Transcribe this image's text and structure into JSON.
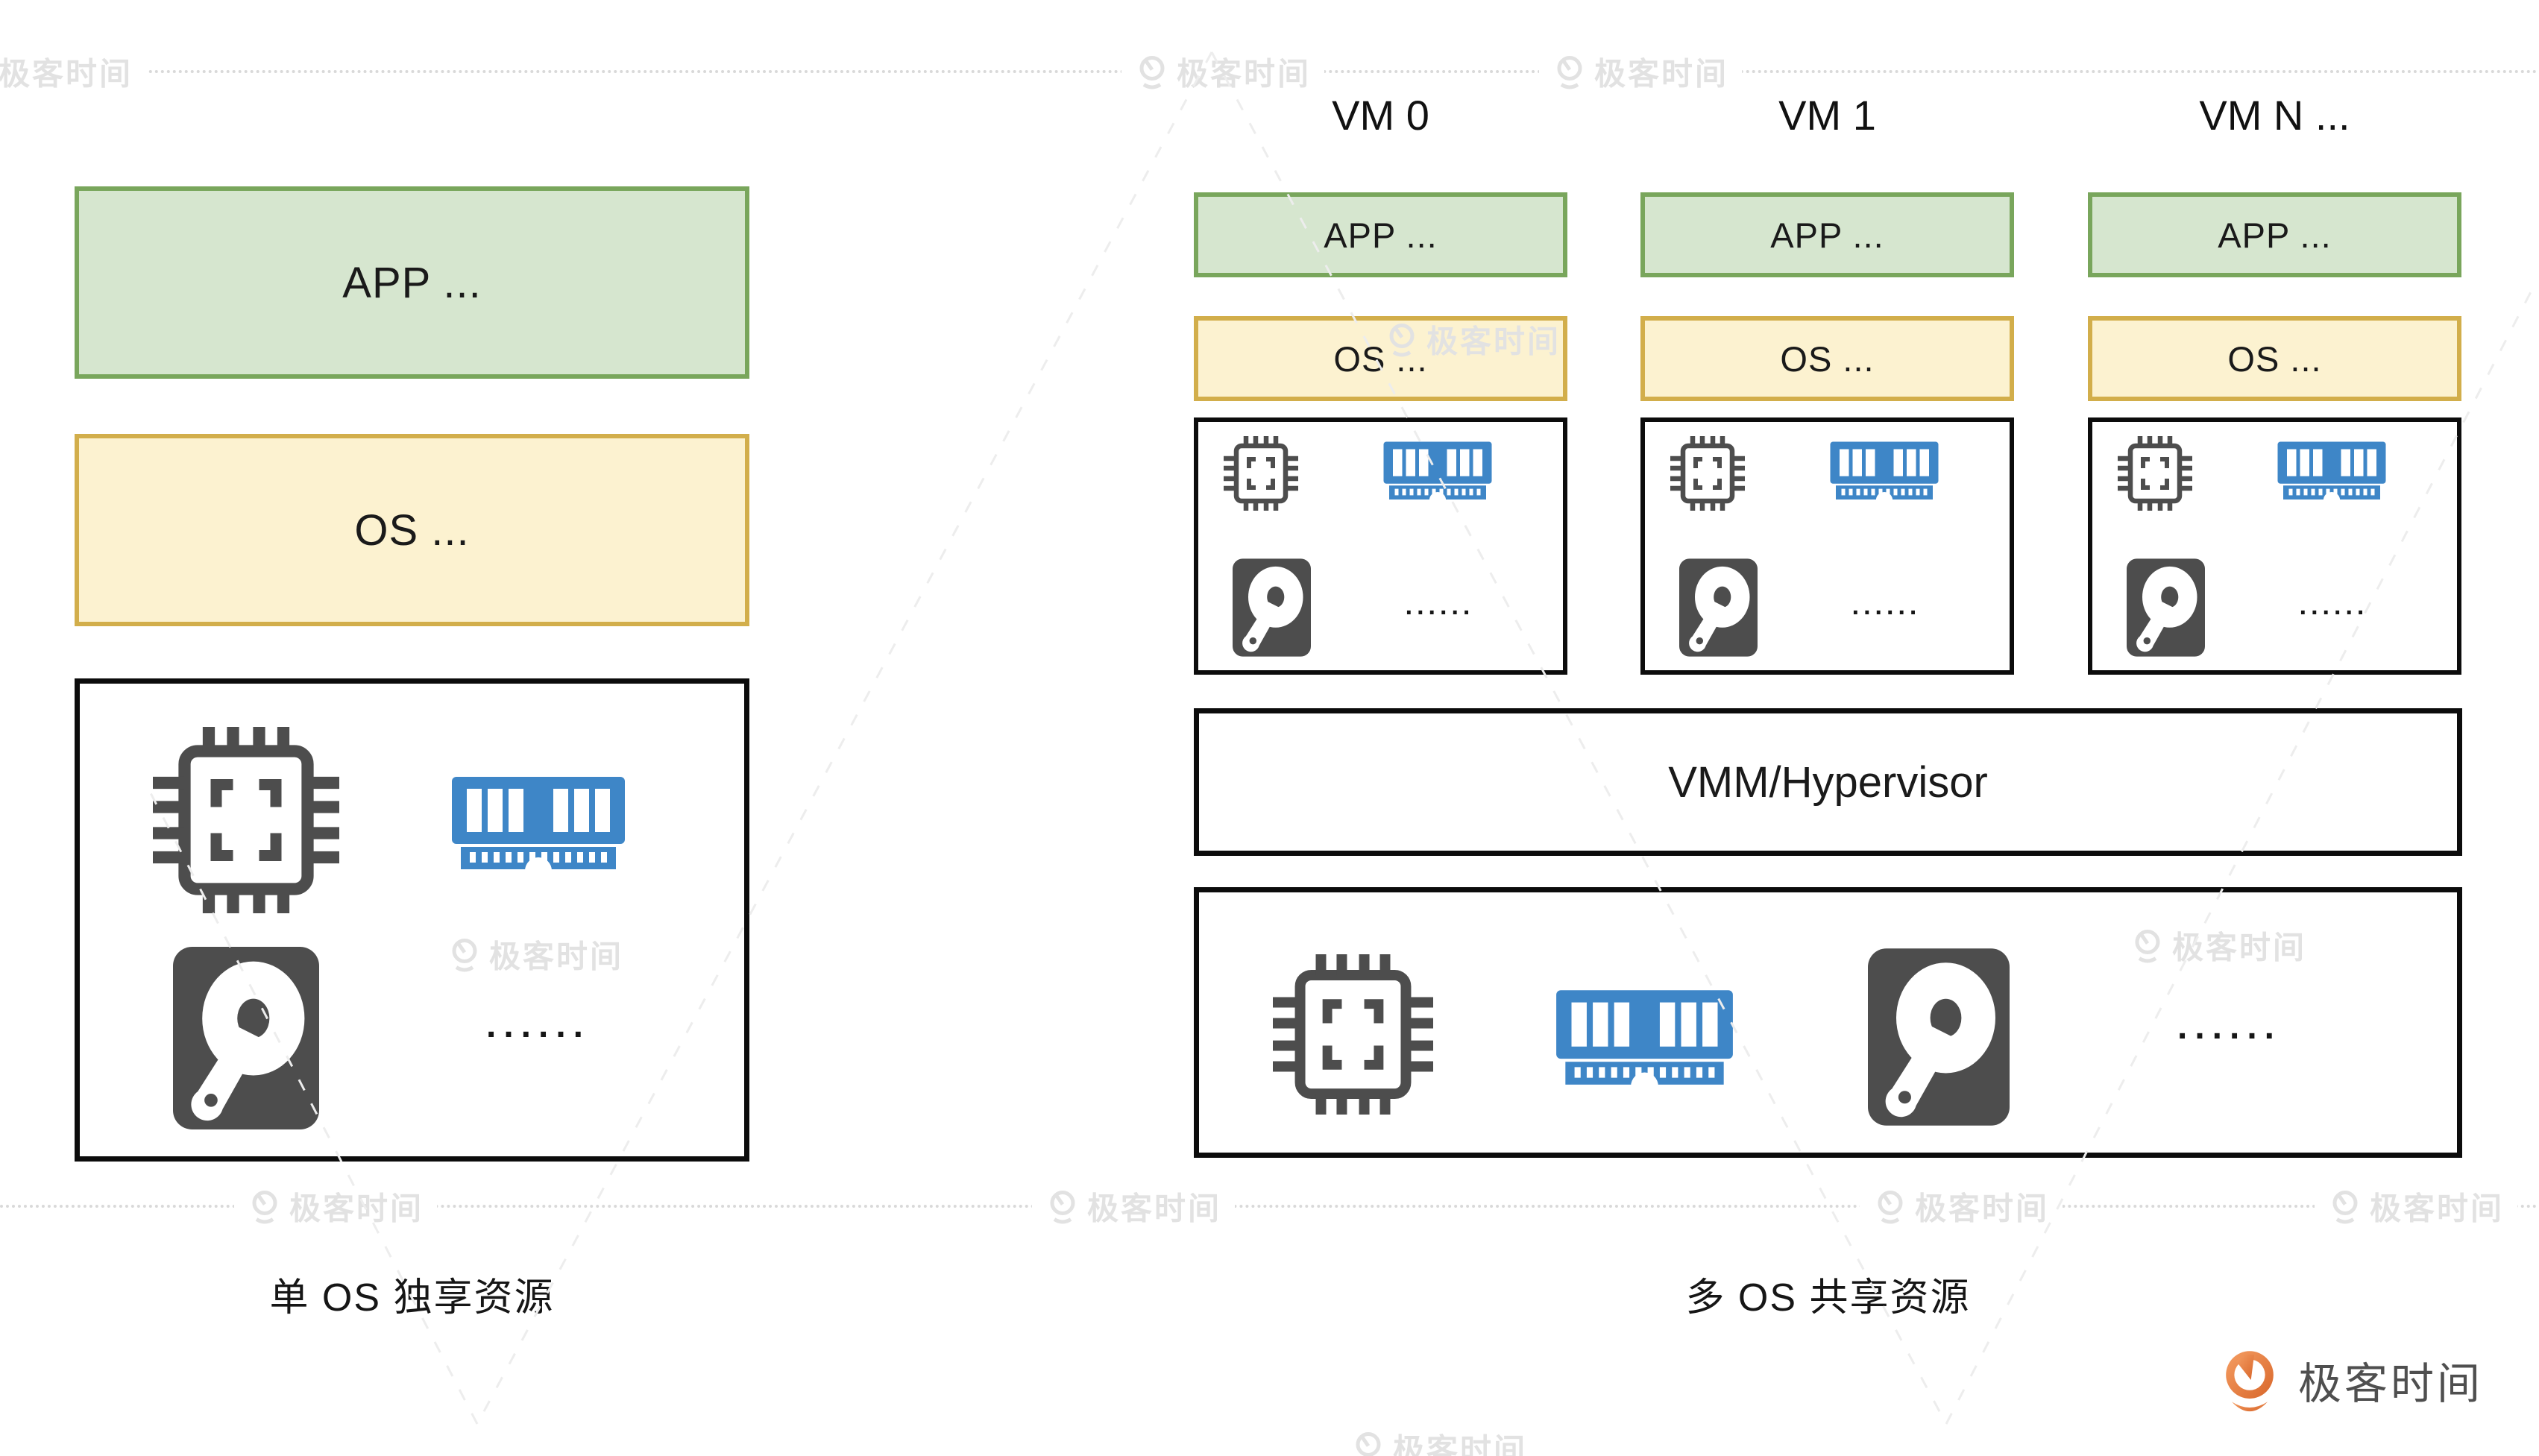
{
  "left_panel": {
    "app_label": "APP ...",
    "os_label": "OS ...",
    "hw_dots": "......",
    "caption": "单 OS 独享资源"
  },
  "right_panel": {
    "vms": [
      {
        "title": "VM 0",
        "app": "APP ...",
        "os": "OS ...",
        "dots": "......"
      },
      {
        "title": "VM 1",
        "app": "APP ...",
        "os": "OS ...",
        "dots": "......"
      },
      {
        "title": "VM N ...",
        "app": "APP ...",
        "os": "OS ...",
        "dots": "......"
      }
    ],
    "vmm_label": "VMM/Hypervisor",
    "shared_dots": "......",
    "caption": "多 OS 共享资源"
  },
  "watermark": {
    "text": "极客时间"
  },
  "brand": {
    "name": "极客时间"
  },
  "icons": {
    "cpu": "cpu-chip-icon",
    "memory": "ram-memory-icon",
    "disk": "hard-disk-icon",
    "brand_logo": "geektime-logo-icon",
    "watermark_logo": "watermark-logo-icon"
  },
  "colors": {
    "app_fill": "#d6e6cf",
    "app_border": "#79a65c",
    "os_fill": "#fcf2d0",
    "os_border": "#d2ae4b",
    "ram_blue": "#3e86c7",
    "icon_gray": "#4d4d4d",
    "box_border": "#0c0c0c",
    "watermark_gray": "#e2e2e2",
    "brand_orange": "#d8662a"
  }
}
